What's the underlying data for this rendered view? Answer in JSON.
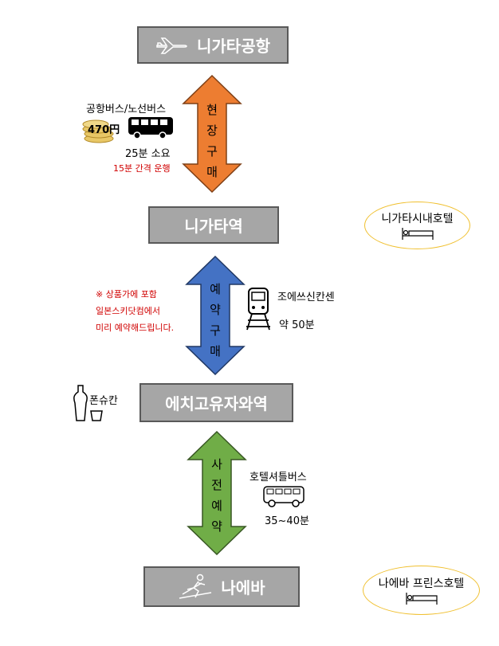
{
  "stations": {
    "airport": "니가타공항",
    "niigata": "니가타역",
    "echigo": "에치고유자와역",
    "naeba": "나에바"
  },
  "arrow1": {
    "label_chars": [
      "현",
      "장",
      "구",
      "매"
    ],
    "bus_label": "공항버스/노선버스",
    "fare": "470円",
    "duration": "25분 소요",
    "interval": "15분 간격 운행",
    "color": "#ed7d31"
  },
  "arrow2": {
    "label_chars": [
      "예",
      "약",
      "구",
      "매"
    ],
    "note_lines": [
      "※ 상품가에 포함",
      "일본스키닷컴에서",
      "미리 예약해드립니다."
    ],
    "train_label": "조에쓰신칸센",
    "duration": "약 50분",
    "color": "#4472c4"
  },
  "arrow3": {
    "label_chars": [
      "사",
      "전",
      "예",
      "약"
    ],
    "bus_label": "호텔셔틀버스",
    "duration": "35~40분",
    "color": "#70ad47"
  },
  "hotels": {
    "niigata": "니가타시내호텔",
    "naeba": "나에바 프린스호텔"
  },
  "ponshukan": "폰슈칸",
  "icons": [
    "airplane-icon",
    "coins-icon",
    "bus-icon",
    "train-icon",
    "sake-icon",
    "skier-icon",
    "bed-icon"
  ]
}
